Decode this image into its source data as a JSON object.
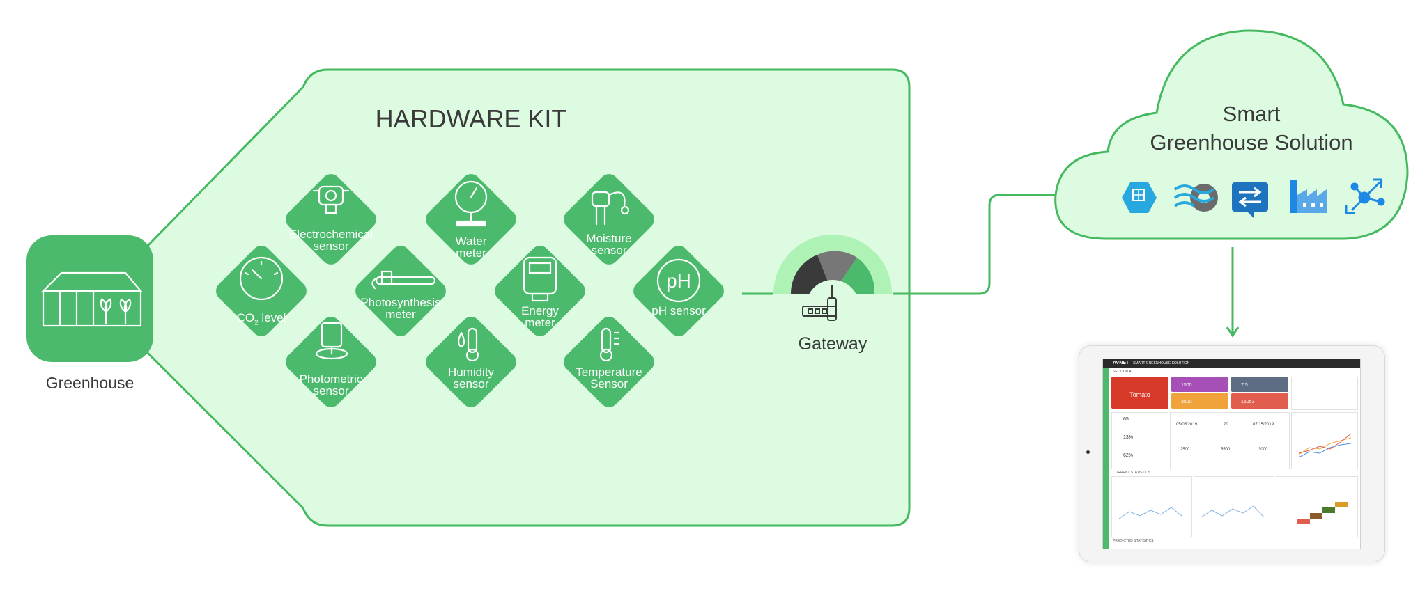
{
  "hardware_kit": {
    "title": "HARDWARE KIT",
    "sensors": [
      {
        "icon": "electrochemical-sensor-icon",
        "lines": [
          "Electrochemical",
          "sensor"
        ]
      },
      {
        "icon": "water-meter-icon",
        "lines": [
          "Water",
          "meter"
        ]
      },
      {
        "icon": "moisture-sensor-icon",
        "lines": [
          "Moisture",
          "sensor"
        ]
      },
      {
        "icon": "co2-gauge-icon",
        "lines": [
          "CO",
          "2",
          " level"
        ]
      },
      {
        "icon": "photosynthesis-meter-icon",
        "lines": [
          "Photosynthesis",
          "meter"
        ]
      },
      {
        "icon": "energy-meter-icon",
        "lines": [
          "Energy",
          "meter"
        ]
      },
      {
        "icon": "ph-sensor-icon",
        "lines": [
          "pH",
          "pH sensor"
        ]
      },
      {
        "icon": "photometric-sensor-icon",
        "lines": [
          "Photometric",
          "sensor"
        ]
      },
      {
        "icon": "humidity-sensor-icon",
        "lines": [
          "Humidity",
          "sensor"
        ]
      },
      {
        "icon": "temperature-sensor-icon",
        "lines": [
          "Temperature",
          "Sensor"
        ]
      }
    ]
  },
  "greenhouse": {
    "label": "Greenhouse",
    "icon": "greenhouse-icon"
  },
  "gateway": {
    "label": "Gateway",
    "icon": "router-icon"
  },
  "cloud": {
    "title_line1": "Smart",
    "title_line2": "Greenhouse Solution",
    "service_icons": [
      "grid-hexagon-icon",
      "stream-gear-icon",
      "messaging-icon",
      "factory-icon",
      "network-hub-icon"
    ]
  },
  "dashboard": {
    "brand": "AVNET",
    "app_title": "SMART GREENHOUSE SOLUTION",
    "section": "SECTION A",
    "crop": "Tomato",
    "values": [
      "1500",
      "7.5",
      "3500",
      "15053",
      "65",
      "13%",
      "62%",
      "05/05/2019",
      "20",
      "07/15/2019",
      "2500",
      "5500",
      "3000"
    ],
    "panel_titles": [
      "CURRENT STATISTICS",
      "PREDICTED STATISTICS"
    ]
  },
  "colors": {
    "green": "#4cba6c",
    "light_green": "#dcfbe1",
    "outline": "#45b95f",
    "azure_blue": "#1e88e5",
    "text_dark": "#3a3a3a"
  }
}
